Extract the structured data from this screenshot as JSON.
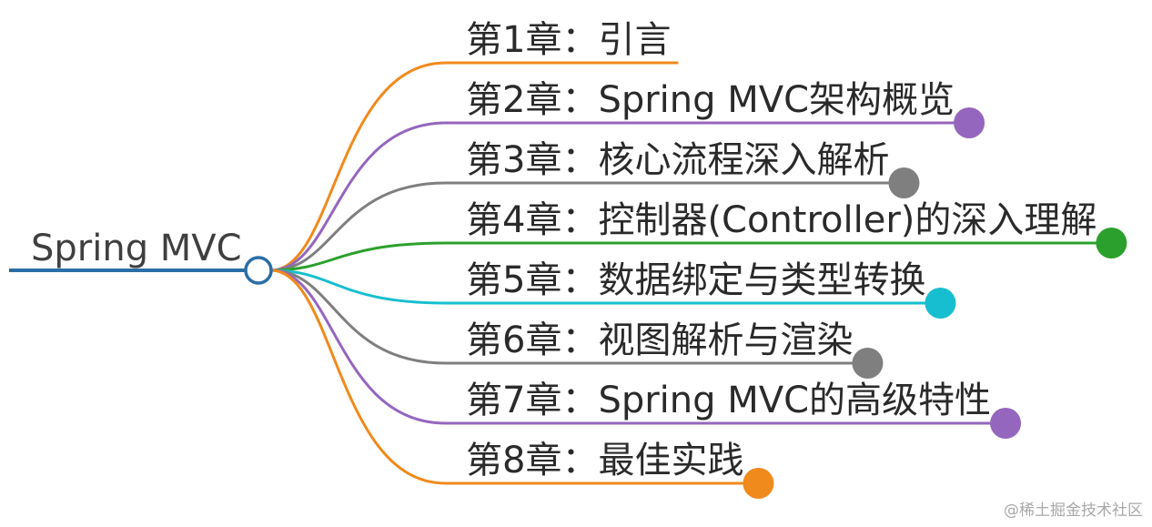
{
  "root": {
    "label": "Spring MVC",
    "color": "#2b6ea5"
  },
  "branches": [
    {
      "label": "第1章：引言",
      "color": "#f08a1c",
      "end_marker": "none"
    },
    {
      "label": "第2章：Spring MVC架构概览",
      "color": "#9466bd",
      "end_marker": "dot"
    },
    {
      "label": "第3章：核心流程深入解析",
      "color": "#7f7f7f",
      "end_marker": "dot"
    },
    {
      "label": "第4章：控制器(Controller)的深入理解",
      "color": "#2ca02c",
      "end_marker": "dot"
    },
    {
      "label": "第5章：数据绑定与类型转换",
      "color": "#17becf",
      "end_marker": "dot"
    },
    {
      "label": "第6章：视图解析与渲染",
      "color": "#7f7f7f",
      "end_marker": "dot"
    },
    {
      "label": "第7章：Spring MVC的高级特性",
      "color": "#9466bd",
      "end_marker": "dot"
    },
    {
      "label": "第8章：最佳实践",
      "color": "#f08a1c",
      "end_marker": "dot"
    }
  ],
  "watermark": "@稀土掘金技术社区"
}
